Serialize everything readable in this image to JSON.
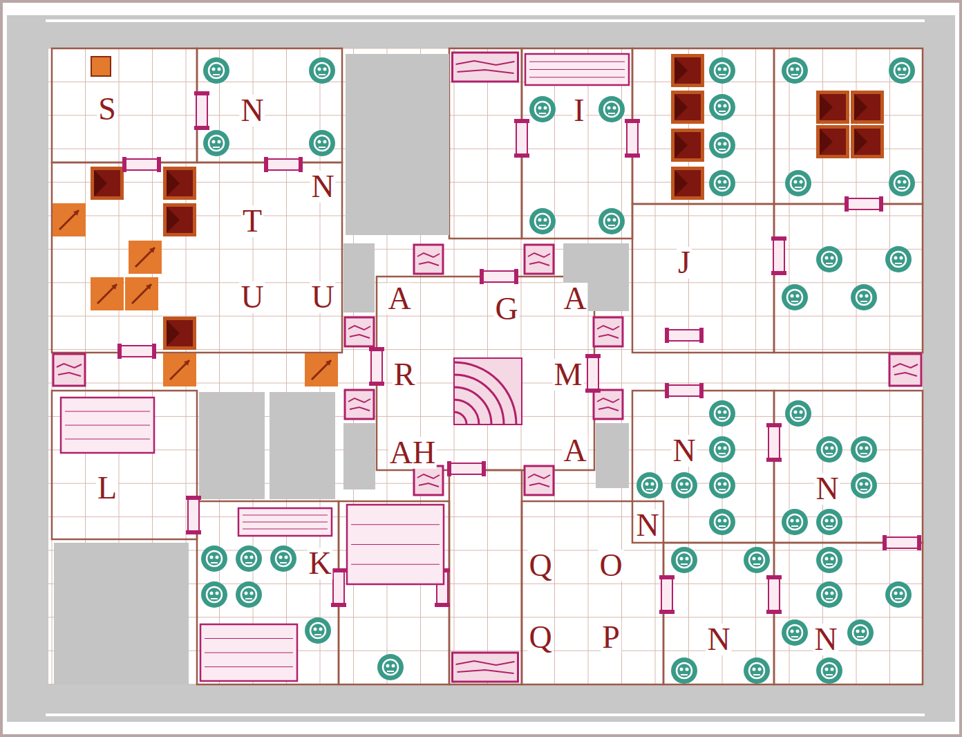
{
  "diagram": {
    "labels": [
      "S",
      "N",
      "I",
      "N",
      "T",
      "J",
      "U",
      "U",
      "A",
      "A",
      "G",
      "R",
      "M",
      "N",
      "AH",
      "A",
      "L",
      "N",
      "N",
      "K",
      "Q",
      "O",
      "Q",
      "P",
      "N",
      "N"
    ]
  }
}
